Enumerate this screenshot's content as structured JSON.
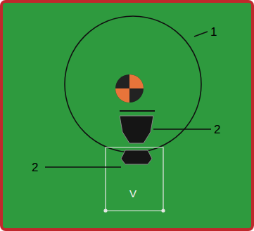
{
  "diagram": {
    "labels": [
      "1",
      "2",
      "2",
      "V"
    ]
  }
}
